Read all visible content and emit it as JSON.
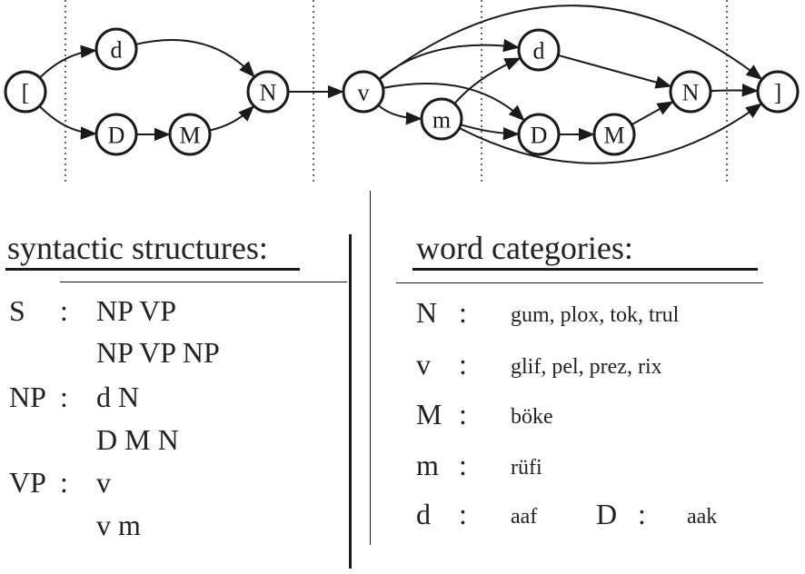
{
  "diagram": {
    "nodes": [
      {
        "id": "start",
        "label": "["
      },
      {
        "id": "d1",
        "label": "d"
      },
      {
        "id": "D1",
        "label": "D"
      },
      {
        "id": "M1",
        "label": "M"
      },
      {
        "id": "N1",
        "label": "N"
      },
      {
        "id": "v",
        "label": "v"
      },
      {
        "id": "m",
        "label": "m"
      },
      {
        "id": "d2",
        "label": "d"
      },
      {
        "id": "D2",
        "label": "D"
      },
      {
        "id": "M2",
        "label": "M"
      },
      {
        "id": "N2",
        "label": "N"
      },
      {
        "id": "end",
        "label": "]"
      }
    ],
    "edges": [
      {
        "from": "start",
        "to": "d1"
      },
      {
        "from": "start",
        "to": "D1"
      },
      {
        "from": "d1",
        "to": "N1"
      },
      {
        "from": "D1",
        "to": "M1"
      },
      {
        "from": "M1",
        "to": "N1"
      },
      {
        "from": "N1",
        "to": "v"
      },
      {
        "from": "v",
        "to": "end"
      },
      {
        "from": "v",
        "to": "d2"
      },
      {
        "from": "v",
        "to": "D2"
      },
      {
        "from": "v",
        "to": "m"
      },
      {
        "from": "m",
        "to": "d2"
      },
      {
        "from": "m",
        "to": "D2"
      },
      {
        "from": "m",
        "to": "end"
      },
      {
        "from": "d2",
        "to": "N2"
      },
      {
        "from": "D2",
        "to": "M2"
      },
      {
        "from": "M2",
        "to": "N2"
      },
      {
        "from": "N2",
        "to": "end"
      }
    ]
  },
  "syntax": {
    "title": "syntactic structures:",
    "rules": [
      {
        "lhs": "S",
        "sep": ":",
        "rhs": "NP VP"
      },
      {
        "lhs": "",
        "sep": "",
        "rhs": "NP VP NP"
      },
      {
        "lhs": "NP",
        "sep": ":",
        "rhs": "d N"
      },
      {
        "lhs": "",
        "sep": "",
        "rhs": "D M N"
      },
      {
        "lhs": "VP",
        "sep": ":",
        "rhs": "v"
      },
      {
        "lhs": "",
        "sep": "",
        "rhs": "v m"
      }
    ]
  },
  "words": {
    "title": "word categories:",
    "rows": [
      {
        "cat": "N",
        "sep": ":",
        "words": "gum,  plox,  tok,  trul"
      },
      {
        "cat": "v",
        "sep": ":",
        "words": "glif,  pel,  prez,  rix"
      },
      {
        "cat": "M",
        "sep": ":",
        "words": "böke"
      },
      {
        "cat": "m",
        "sep": ":",
        "words": "rüfi"
      },
      {
        "cat": "d",
        "sep": ":",
        "words": "aaf",
        "cat2": "D",
        "sep2": ":",
        "words2": "aak"
      }
    ]
  }
}
